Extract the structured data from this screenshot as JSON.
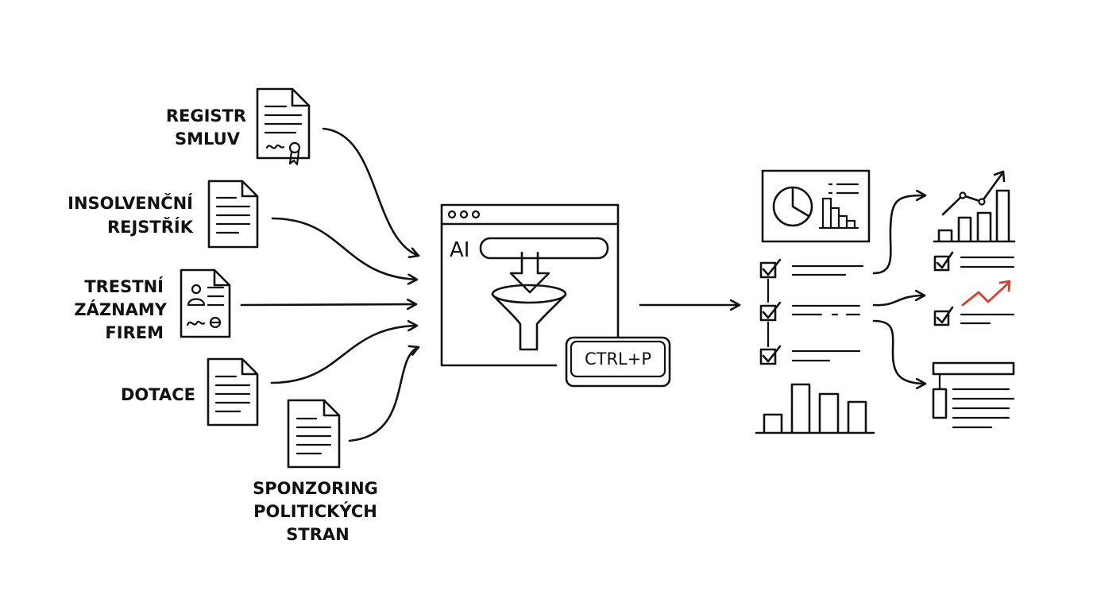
{
  "sources": [
    {
      "lines": [
        "REGISTR",
        "SMLUV"
      ],
      "icon": "certificate-document-icon"
    },
    {
      "lines": [
        "INSOLVENČNÍ",
        "REJSTŘÍK"
      ],
      "icon": "document-icon"
    },
    {
      "lines": [
        "TRESTNÍ",
        "ZÁZNAMY",
        "FIREM"
      ],
      "icon": "id-record-document-icon"
    },
    {
      "lines": [
        "DOTACE"
      ],
      "icon": "document-icon"
    },
    {
      "lines": [
        "SPONZORING",
        "POLITICKÝCH",
        "STRAN"
      ],
      "icon": "document-icon"
    }
  ],
  "processor": {
    "ai_label": "AI",
    "shortcut_key": "CTRL+P"
  },
  "colors": {
    "ink": "#111111",
    "accent_red": "#d6402a"
  }
}
